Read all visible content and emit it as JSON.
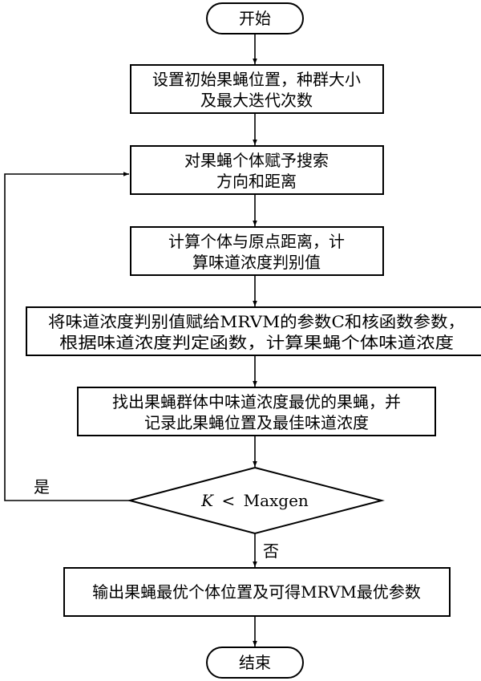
{
  "nodes": {
    "start": {
      "lines": [
        "开始"
      ]
    },
    "init": {
      "lines": [
        "设置初始果蝇位置，种群大小",
        "及最大迭代次数"
      ]
    },
    "assign": {
      "lines": [
        "对果蝇个体赋予搜索",
        "方向和距离"
      ]
    },
    "compute": {
      "lines": [
        "计算个体与原点距离，计",
        "算味道浓度判别值"
      ]
    },
    "mrvm": {
      "lines": [
        "将味道浓度判别值赋给MRVM的参数C和核函数参数，",
        "根据味道浓度判定函数，计算果蝇个体味道浓度"
      ]
    },
    "best": {
      "lines": [
        "找出果蝇群体中味道浓度最优的果蝇，并",
        "记录此果蝇位置及最佳味道浓度"
      ]
    },
    "decision": {
      "var": "K",
      "op": "<",
      "rhs": "Maxgen"
    },
    "output": {
      "lines": [
        "输出果蝇最优个体位置及可得MRVM最优参数"
      ]
    },
    "end": {
      "lines": [
        "结束"
      ]
    }
  },
  "labels": {
    "yes": "是",
    "no": "否"
  }
}
